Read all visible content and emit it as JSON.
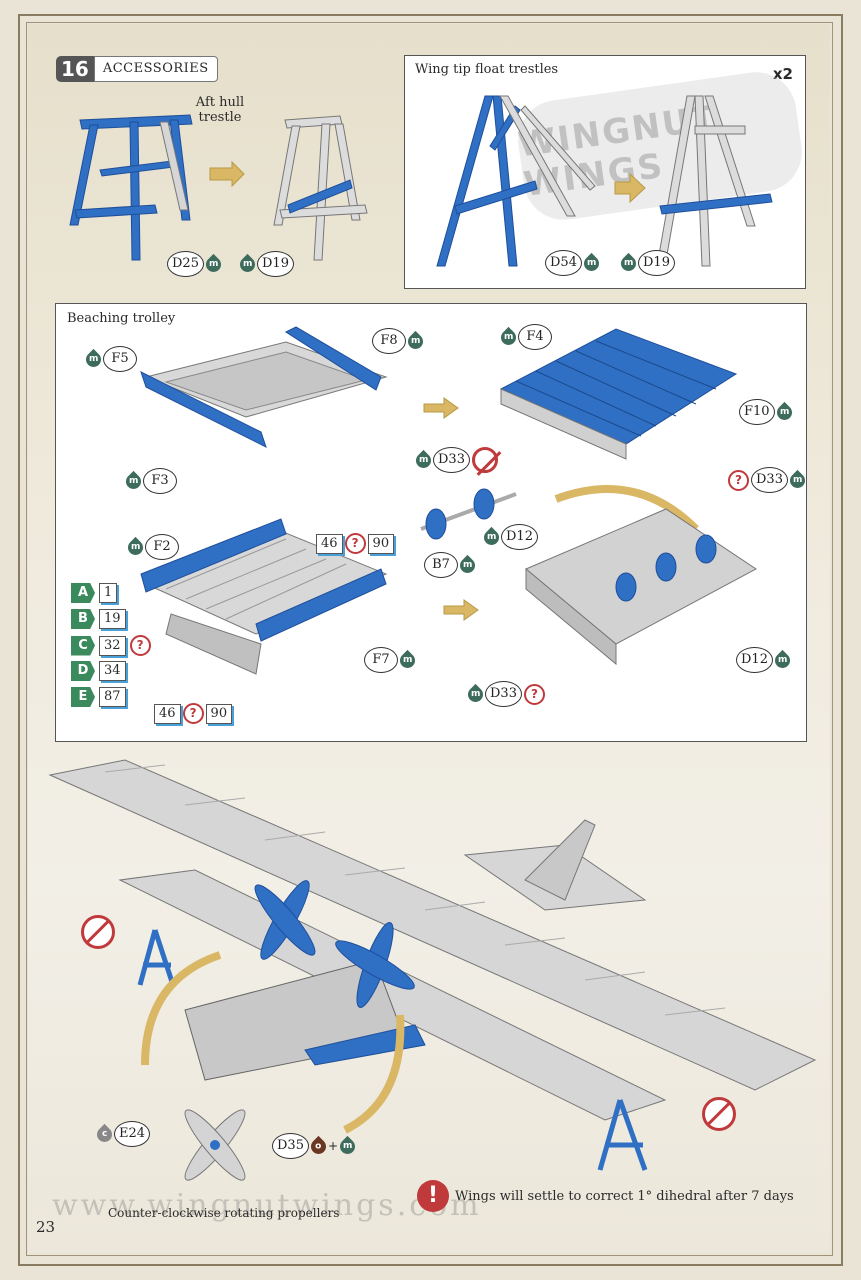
{
  "step": {
    "number": "16",
    "title": "ACCESSORIES"
  },
  "aft_hull": {
    "caption_line1": "Aft hull",
    "caption_line2": "trestle",
    "part_a": "D25",
    "part_b": "D19",
    "paint": "m"
  },
  "wing_tip": {
    "title": "Wing tip float trestles",
    "multiplier": "x2",
    "part_a": "D54",
    "part_b": "D19",
    "logo_text": "WINGNUT WINGS"
  },
  "trolley": {
    "title": "Beaching trolley",
    "labels": {
      "f5": "F5",
      "f8": "F8",
      "f3": "F3",
      "f4": "F4",
      "f10": "F10",
      "f2": "F2",
      "f7": "F7",
      "d33": "D33",
      "b7": "B7",
      "d12": "D12"
    },
    "mix_top": [
      "46",
      "90"
    ],
    "mix_bottom": [
      "46",
      "90"
    ],
    "paint_key": [
      {
        "letter": "A",
        "value": "1"
      },
      {
        "letter": "B",
        "value": "19"
      },
      {
        "letter": "C",
        "value": "32"
      },
      {
        "letter": "D",
        "value": "34"
      },
      {
        "letter": "E",
        "value": "87"
      }
    ]
  },
  "bottom": {
    "part_e24": "E24",
    "part_e24_paint": "c",
    "part_d35": "D35",
    "part_d35_paint_1": "o",
    "part_d35_paint_2": "m",
    "plus": "+",
    "propeller_caption": "Counter-clockwise rotating propellers",
    "watermark": "www.wingnutwings.com",
    "warning": "Wings will settle to correct 1° dihedral after 7 days"
  },
  "page_number": "23",
  "colors": {
    "blue": "#2f6fc4",
    "grey": "#c8c8c8",
    "arrow": "#d9b765",
    "red": "#c0393b",
    "green": "#3d6b5c"
  }
}
